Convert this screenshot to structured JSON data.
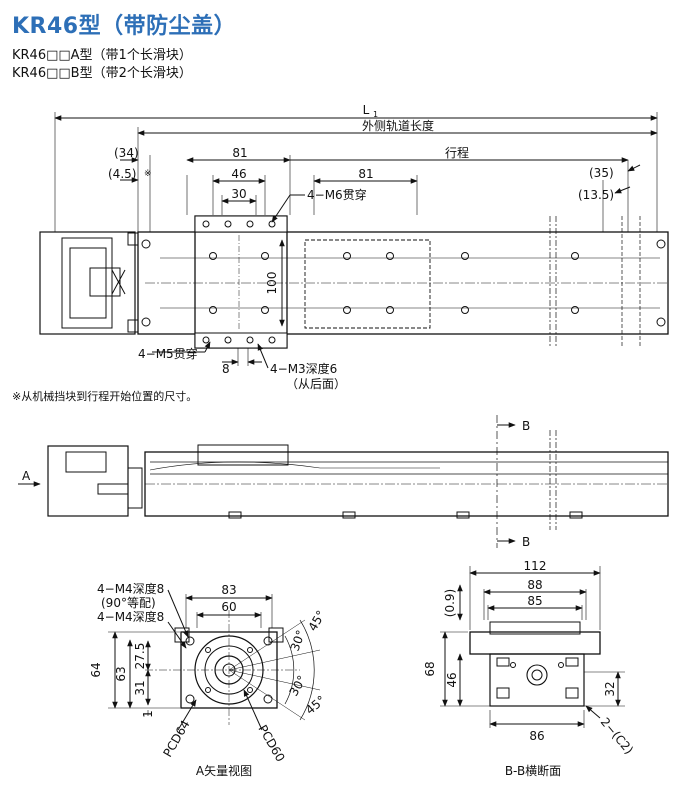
{
  "title": "KR46型（带防尘盖）",
  "variant_a": "KR46□□A型（带1个长滑块）",
  "variant_b": "KR46□□B型（带2个长滑块）",
  "top_view": {
    "overall_length_label": "L",
    "overall_length_sub": "1",
    "rail_length_label": "外侧轨道长度",
    "stroke_label": "行程",
    "dim_34": "(34)",
    "dim_4_5": "(4.5)",
    "note_mark": "※",
    "dim_81_a": "81",
    "dim_81_b": "81",
    "dim_46": "46",
    "dim_30": "30",
    "dim_35": "(35)",
    "dim_13_5": "(13.5)",
    "dim_100": "100",
    "dim_8": "8",
    "hole_m6": "4−M6贯穿",
    "hole_m5": "4−M5贯穿",
    "hole_m3": "4−M3深度6",
    "hole_m3_note": "（从后面）"
  },
  "footnote": "※从机械挡块到行程开始位置的尺寸。",
  "side_view": {
    "arrow_a": "A",
    "section_b_top": "B",
    "section_b_bottom": "B"
  },
  "view_a": {
    "caption": "A矢量视图",
    "hole_m4_1": "4−M4深度8",
    "hole_m4_1_note": "(90°等配)",
    "hole_m4_2": "4−M4深度8",
    "dim_83": "83",
    "dim_60": "60",
    "dim_64": "64",
    "dim_63": "63",
    "dim_27_5": "27.5",
    "dim_31": "31",
    "dim_1": "1",
    "angle_45_top": "45°",
    "angle_30_top": "30°",
    "angle_30_bottom": "30°",
    "angle_45_bottom": "45°",
    "pcd64": "PCD64",
    "pcd60": "PCD60"
  },
  "view_bb": {
    "caption": "B-B横断面",
    "dim_112": "112",
    "dim_88": "88",
    "dim_85": "85",
    "dim_0_9": "(0.9)",
    "dim_68": "68",
    "dim_46": "46",
    "dim_32": "32",
    "dim_86": "86",
    "chamfer": "2−(C2)"
  }
}
